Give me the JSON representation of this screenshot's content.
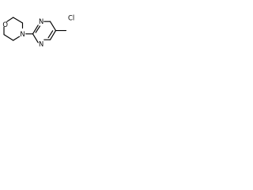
{
  "molecule": {
    "atoms": [
      {
        "id": "morpholine-oxygen",
        "label": "O"
      },
      {
        "id": "morpholine-nitrogen",
        "label": "N"
      },
      {
        "id": "pyrimidine-n1",
        "label": "N"
      },
      {
        "id": "pyrimidine-n3",
        "label": "N"
      },
      {
        "id": "chlorine",
        "label": "Cl"
      }
    ],
    "colors": {
      "bond": "#000000",
      "label": "#000000",
      "background": "#ffffff"
    }
  }
}
